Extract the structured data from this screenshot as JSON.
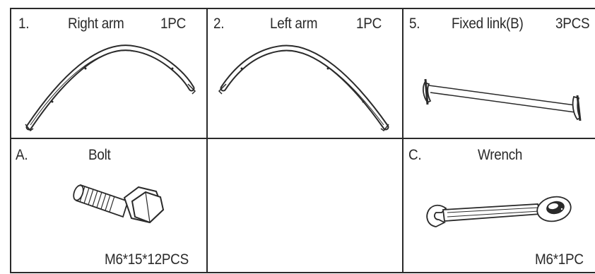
{
  "parts": [
    {
      "number": "1.",
      "name": "Right arm",
      "qty": "1PC",
      "icon": "curved-arm-icon"
    },
    {
      "number": "2.",
      "name": "Left arm",
      "qty": "1PC",
      "icon": "curved-arm-icon"
    },
    {
      "number": "5.",
      "name": "Fixed link(B)",
      "qty": "3PCS",
      "icon": "fixed-link-icon"
    }
  ],
  "hardware": [
    {
      "letter": "A.",
      "name": "Bolt",
      "spec": "M6*15*12PCS",
      "icon": "hex-bolt-icon"
    },
    {
      "letter": "C.",
      "name": "Wrench",
      "spec": "M6*1PC",
      "icon": "wrench-icon"
    }
  ],
  "colors": {
    "line": "#2a2a2a",
    "background": "#ffffff"
  }
}
